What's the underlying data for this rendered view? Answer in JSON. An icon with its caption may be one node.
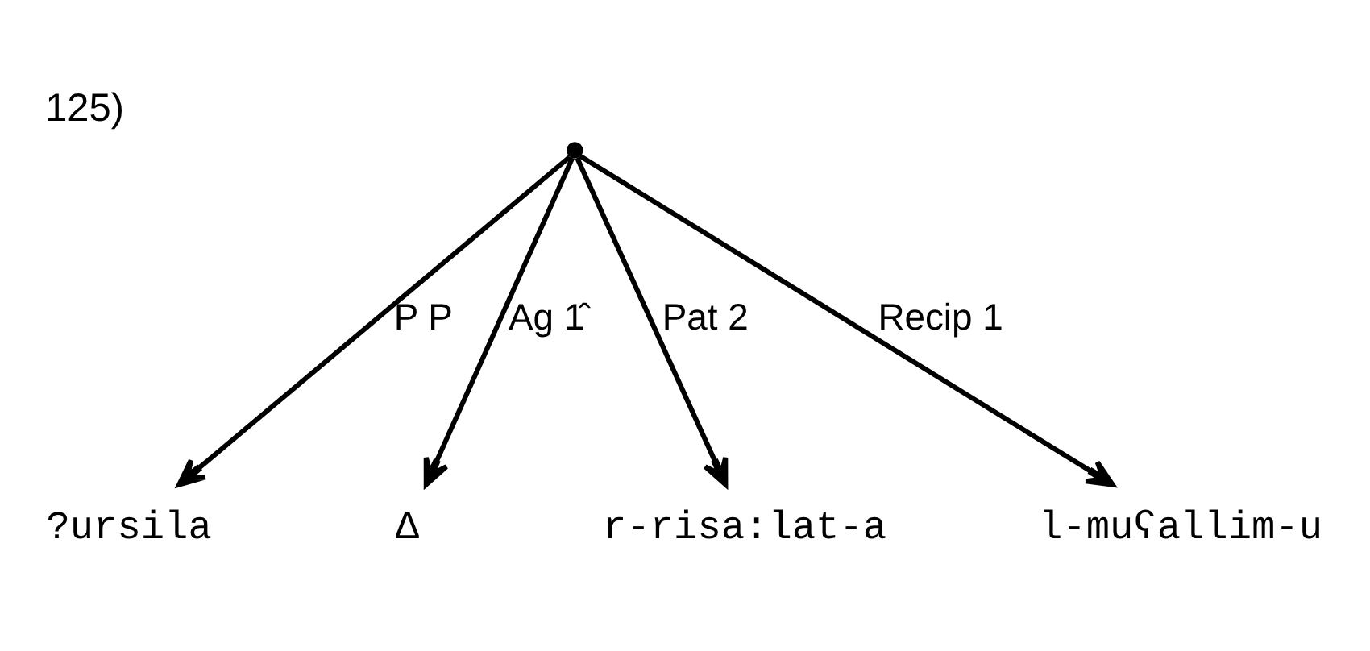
{
  "diagram": {
    "title": "125)",
    "nodes": [
      {
        "text": [],
        "shape": "point"
      },
      {
        "text": [
          "?ursila"
        ]
      },
      {
        "text": [
          "Δ"
        ]
      },
      {
        "text": [
          "r-risa:lat-a"
        ]
      },
      {
        "text": [
          "l-muʕallim-u"
        ]
      }
    ],
    "edges": [
      {
        "from": 0,
        "to": 1,
        "arrow": "to",
        "label": "P P"
      },
      {
        "from": 0,
        "to": 2,
        "arrow": "to",
        "label": "Ag 1̂"
      },
      {
        "from": 0,
        "to": 3,
        "arrow": "to",
        "label": "Pat 2"
      },
      {
        "from": 0,
        "to": 4,
        "arrow": "to",
        "label": "Recip 1"
      }
    ]
  }
}
